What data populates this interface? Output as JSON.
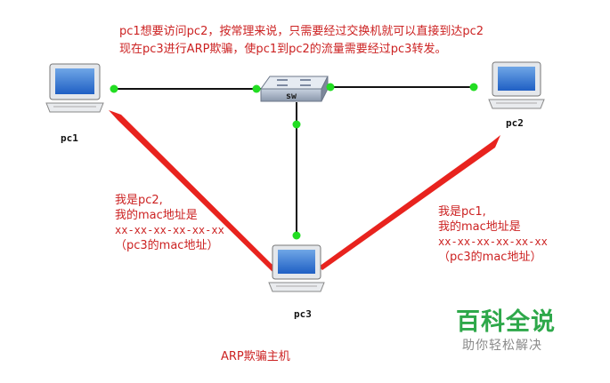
{
  "description": {
    "line1": "pc1想要访问pc2，按常理来说，只需要经过交换机就可以直接到达pc2",
    "line2": "现在pc3进行ARP欺骗，使pc1到pc2的流量需要经过pc3转发。"
  },
  "nodes": {
    "pc1": "pc1",
    "pc2": "pc2",
    "pc3": "pc3",
    "switch": "sw"
  },
  "claim_to_pc1": {
    "line1": "我是pc2,",
    "line2": "我的mac地址是",
    "line3": "xx-xx-xx-xx-xx-xx",
    "line4": "（pc3的mac地址）"
  },
  "claim_to_pc2": {
    "line1": "我是pc1,",
    "line2": "我的mac地址是",
    "line3": "xx-xx-xx-xx-xx-xx",
    "line4": "（pc3的mac地址）"
  },
  "host_caption": "ARP欺骗主机",
  "watermark": {
    "main": "百科全说",
    "sub": "助你轻松解决"
  },
  "colors": {
    "accent_red": "#e8231e",
    "text_red": "#cc2222",
    "link_dot": "#22dd22",
    "watermark_green": "#2ea84a"
  }
}
